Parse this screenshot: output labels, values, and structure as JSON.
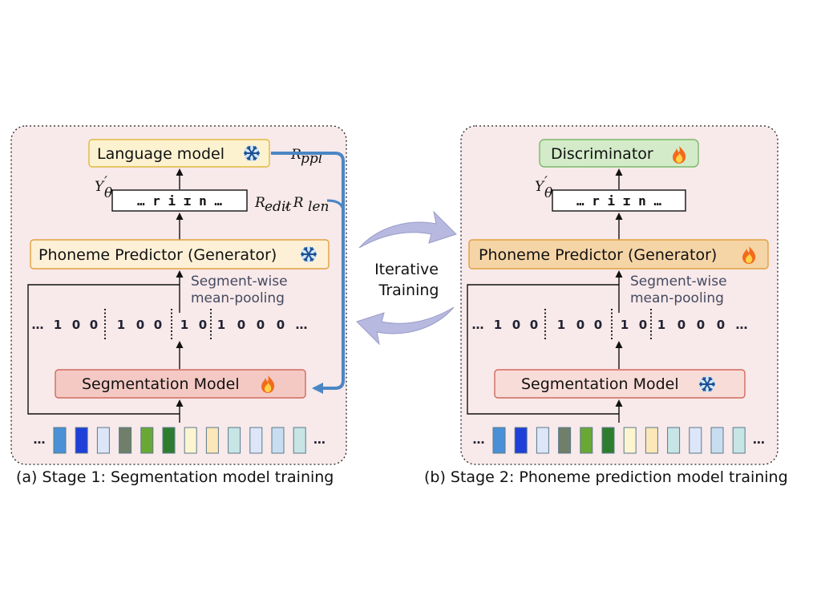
{
  "stage1": {
    "caption": "(a) Stage 1: Segmentation model training",
    "language_model": "Language model",
    "sequence": "… r i ɪ n …",
    "y_label": "Y′θ",
    "generator": "Phoneme Predictor (Generator)",
    "pooling_line1": "Segment-wise",
    "pooling_line2": "mean-pooling",
    "bits": [
      "…",
      "1",
      "0",
      "0",
      "1",
      "0",
      "0",
      "1",
      "0",
      "1",
      "0",
      "0",
      "0",
      "…"
    ],
    "segmentation": "Segmentation Model",
    "reward_ppl": "R_ppl",
    "reward_edit_len": "R_edit, R_len",
    "lm_state": "snowflake-icon",
    "generator_state": "snowflake-icon",
    "segmentation_state": "fire-icon"
  },
  "stage2": {
    "caption": "(b) Stage 2: Phoneme prediction model training",
    "discriminator": "Discriminator",
    "sequence": "… r i ɪ n …",
    "y_label": "Y′θ",
    "generator": "Phoneme Predictor (Generator)",
    "pooling_line1": "Segment-wise",
    "pooling_line2": "mean-pooling",
    "bits": [
      "…",
      "1",
      "0",
      "0",
      "1",
      "0",
      "0",
      "1",
      "0",
      "1",
      "0",
      "0",
      "0",
      "…"
    ],
    "segmentation": "Segmentation Model",
    "discriminator_state": "fire-icon",
    "generator_state": "fire-icon",
    "segmentation_state": "snowflake-icon"
  },
  "iterative": {
    "line1": "Iterative",
    "line2": "Training"
  },
  "feature_colors": [
    "#4a90d6",
    "#1f3fd8",
    "#dce6f8",
    "#6f7f6a",
    "#6aa836",
    "#2e7d2e",
    "#fdf5d0",
    "#fbe7b8",
    "#c7e5e5",
    "#dce6f8",
    "#c9ddf0",
    "#c7e5e5"
  ],
  "colors": {
    "panel_bg": "#f8e9ea",
    "lm_fill": "#fdf2d0",
    "lm_stroke": "#e0b840",
    "gen1_fill": "#fdf0d6",
    "gen2_fill": "#f5d4a6",
    "gen_stroke": "#e0a040",
    "seg1_fill": "#f4c9c4",
    "seg2_fill": "#f8dcd8",
    "seg_stroke": "#d06a5c",
    "disc_fill": "#d3ebc9",
    "disc_stroke": "#7ab96a",
    "reward_line": "#4a86c5",
    "cycle_arrow": "#b7b9e0"
  }
}
